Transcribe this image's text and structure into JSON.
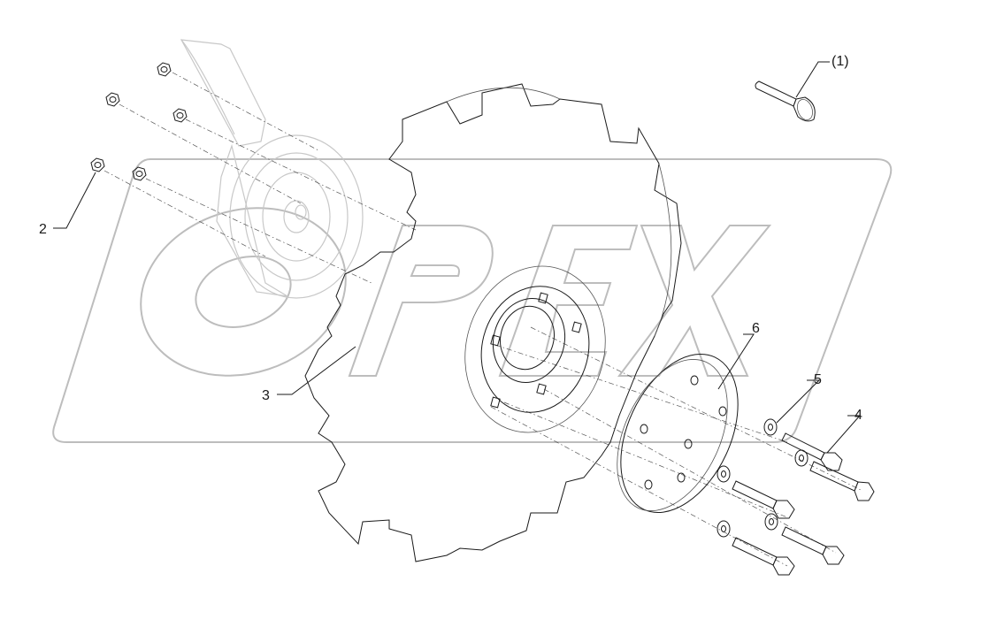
{
  "callouts": {
    "item_1": "(1)",
    "item_2": "2",
    "item_3": "3",
    "item_4": "4",
    "item_5": "5",
    "item_6": "6"
  },
  "watermark": {
    "text": "OPEX",
    "color": "#bdbdbd"
  }
}
